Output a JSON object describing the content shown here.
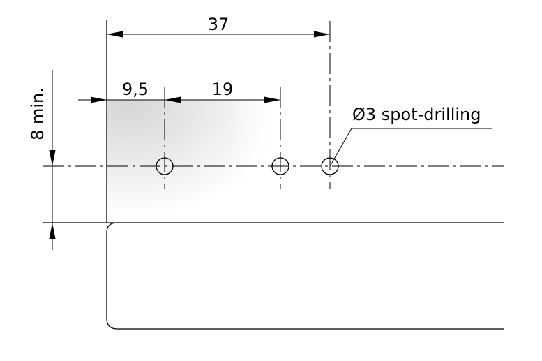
{
  "dimensions": {
    "overall": "37",
    "first_offset": "9,5",
    "spacing": "19",
    "min_height": "8 min."
  },
  "callout": {
    "label": "Ø3 spot-drilling"
  },
  "colors": {
    "line": "#000000",
    "shade": "#d9d9d9",
    "background": "#ffffff"
  }
}
